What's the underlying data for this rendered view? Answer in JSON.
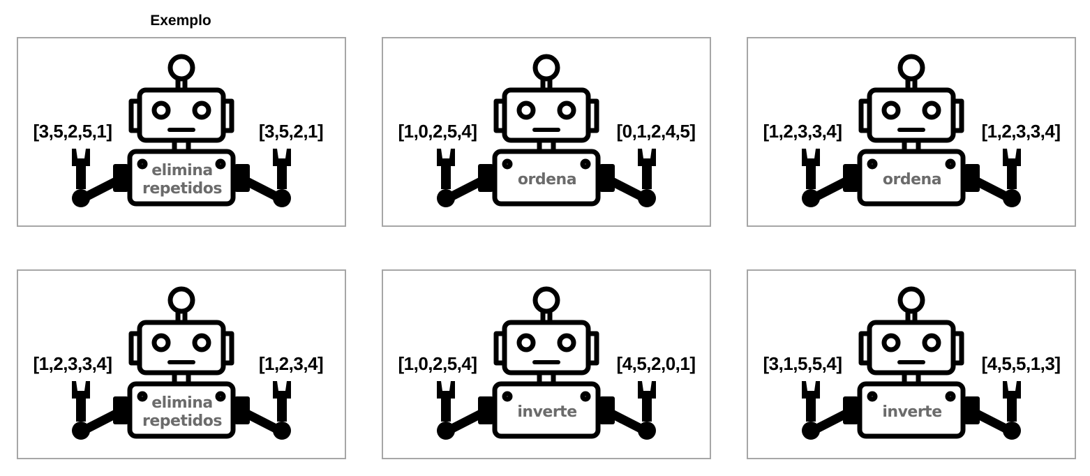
{
  "header": {
    "example_label": "Exemplo"
  },
  "cards": [
    {
      "input": "[3,5,2,5,1]",
      "operation": [
        "elimina",
        "repetidos"
      ],
      "output": "[3,5,2,1]"
    },
    {
      "input": "[1,0,2,5,4]",
      "operation": [
        "ordena"
      ],
      "output": "[0,1,2,4,5]"
    },
    {
      "input": "[1,2,3,3,4]",
      "operation": [
        "ordena"
      ],
      "output": "[1,2,3,3,4]"
    },
    {
      "input": "[1,2,3,3,4]",
      "operation": [
        "elimina",
        "repetidos"
      ],
      "output": "[1,2,3,4]"
    },
    {
      "input": "[1,0,2,5,4]",
      "operation": [
        "inverte"
      ],
      "output": "[4,5,2,0,1]"
    },
    {
      "input": "[3,1,5,5,4]",
      "operation": [
        "inverte"
      ],
      "output": "[4,5,5,1,3]"
    }
  ],
  "colors": {
    "robot": "#000000",
    "border": "#a6a6a6",
    "operation_text": "#6b6b6b"
  },
  "icons": {
    "robot": "robot-icon"
  }
}
